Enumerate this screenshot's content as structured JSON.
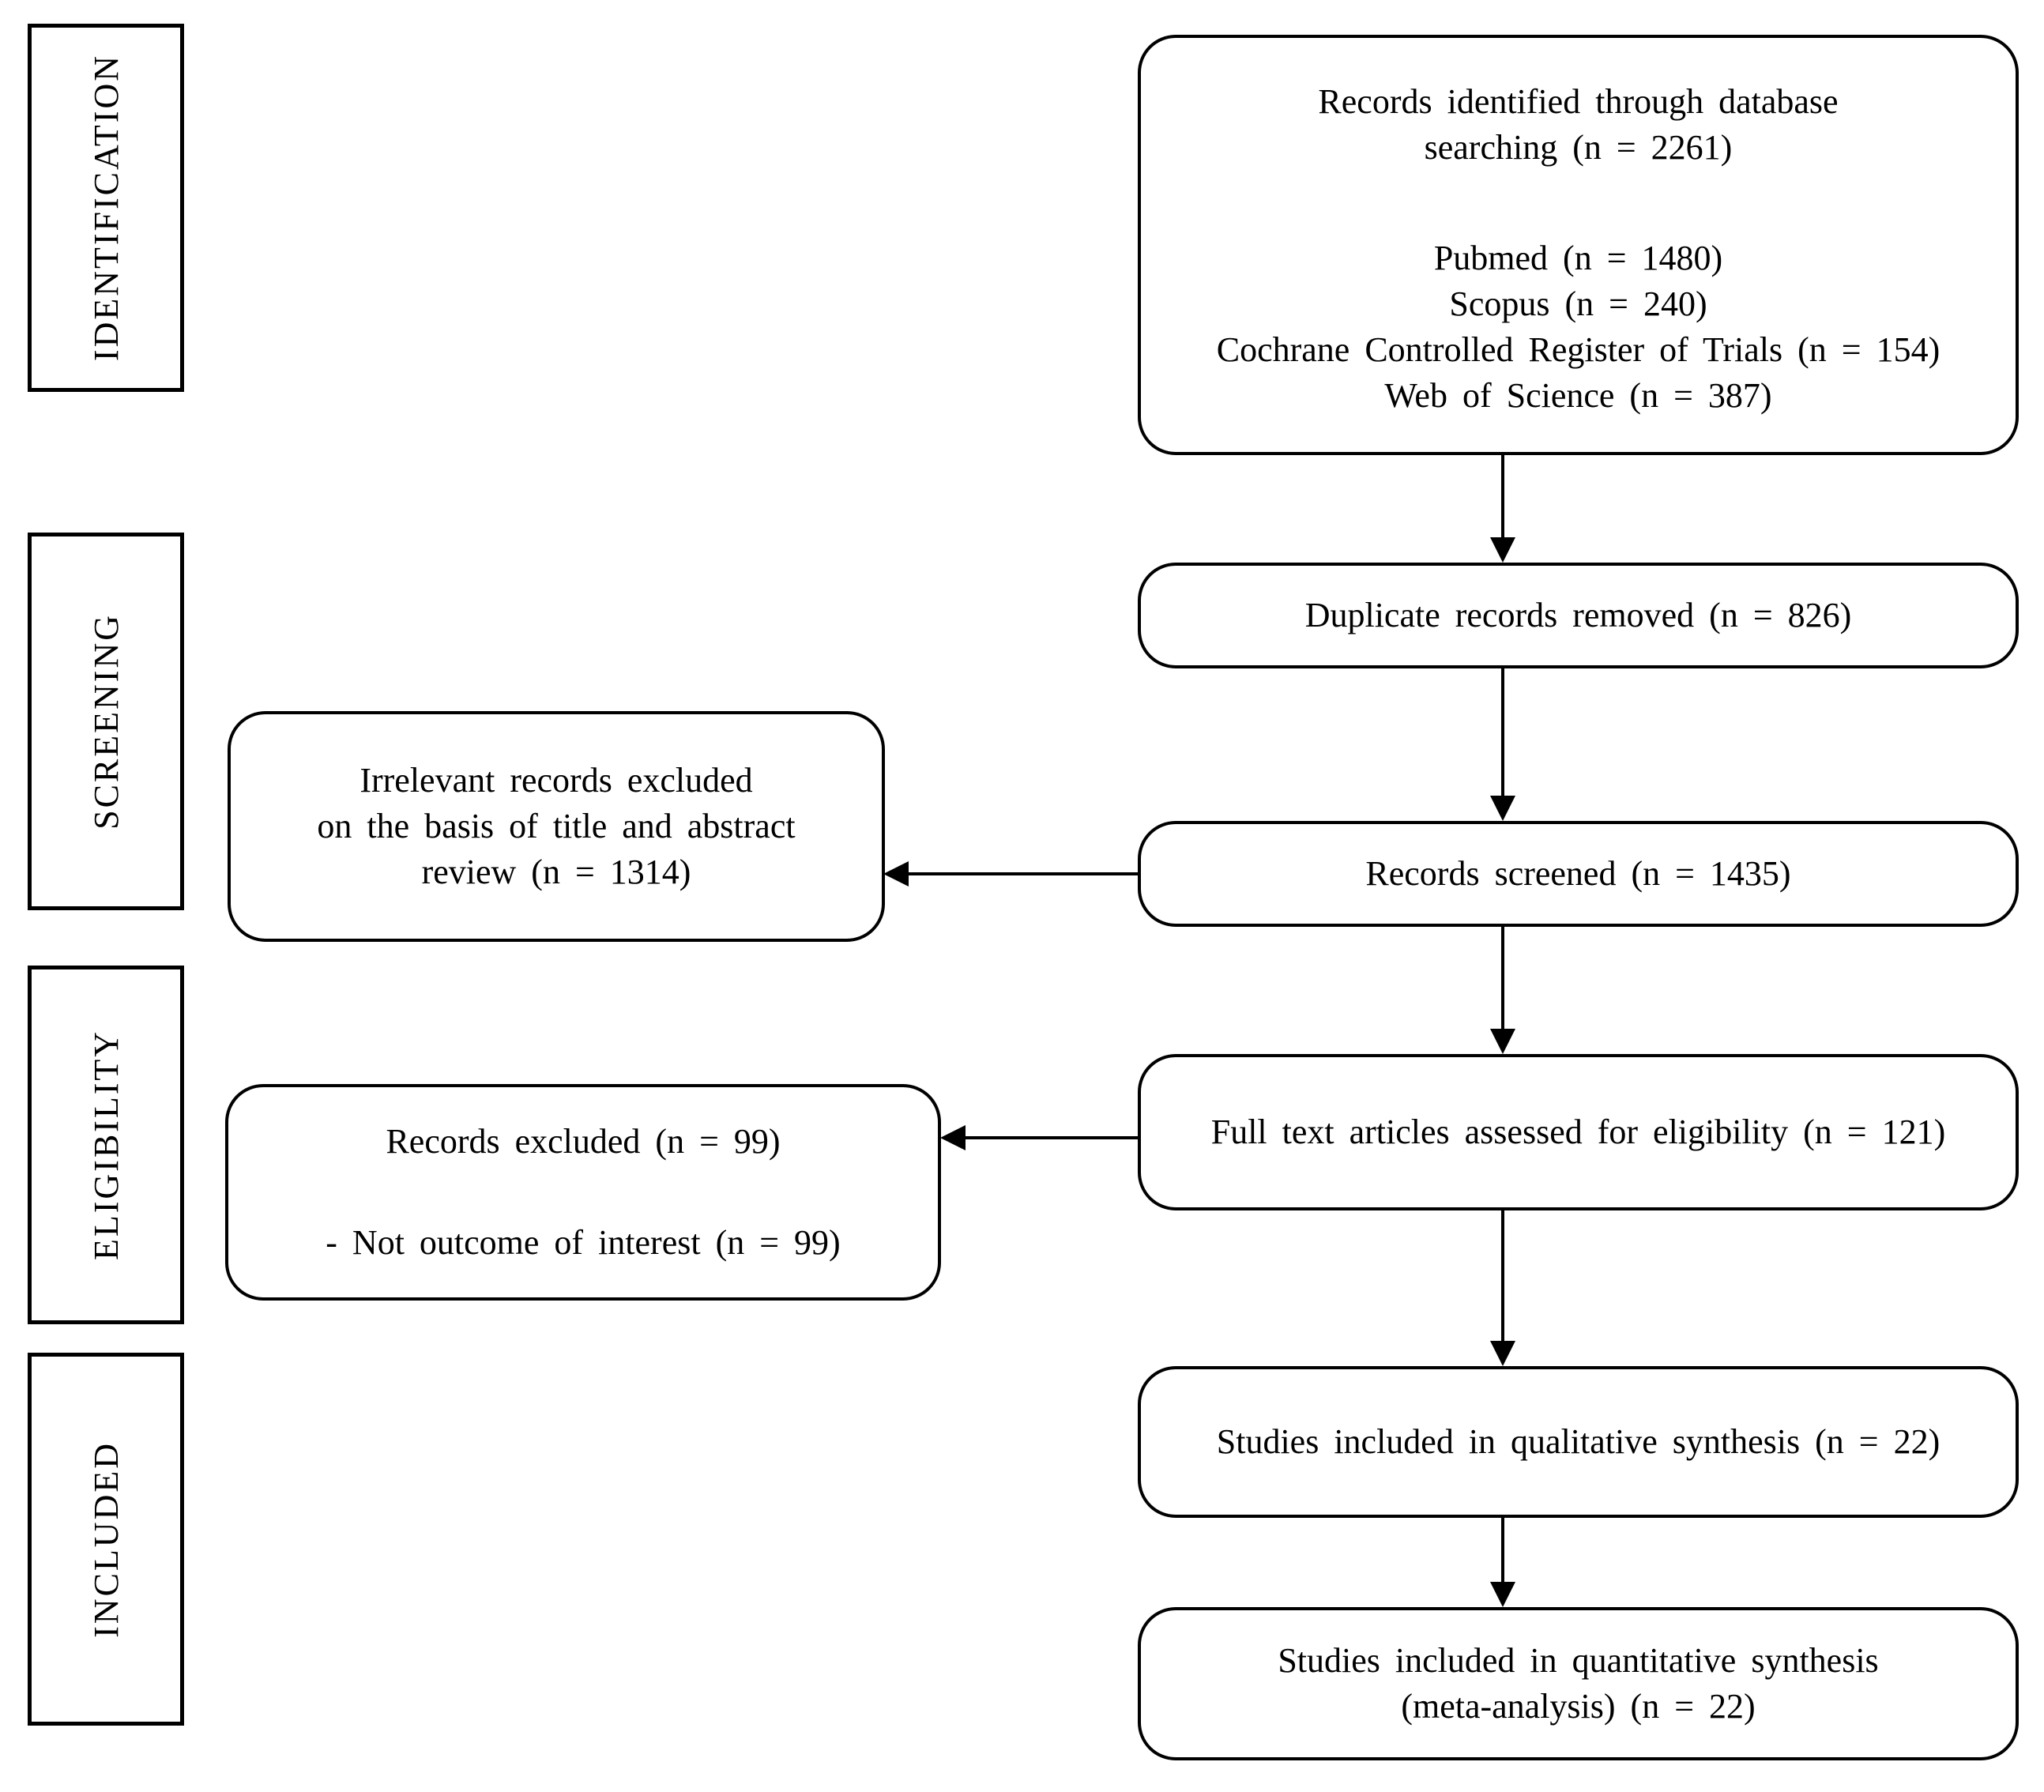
{
  "stages": [
    {
      "label": "IDENTIFICATION"
    },
    {
      "label": "SCREENING"
    },
    {
      "label": "ELIGIBILITY"
    },
    {
      "label": "INCLUDED"
    }
  ],
  "boxes": {
    "identified": {
      "line1": "Records identified through database",
      "line2": "searching (n = 2261)",
      "sources": [
        "Pubmed (n = 1480)",
        "Scopus (n = 240)",
        "Cochrane Controlled Register of Trials (n = 154)",
        "Web of Science (n = 387)"
      ]
    },
    "duplicates_removed": {
      "label": "Duplicate records removed (n = 826)"
    },
    "records_screened": {
      "label": "Records screened (n = 1435)"
    },
    "irrelevant_excluded": {
      "line1": "Irrelevant records excluded",
      "line2": "on the basis of title and abstract",
      "line3": "review (n = 1314)"
    },
    "full_text": {
      "label": "Full text articles assessed for eligibility (n = 121)"
    },
    "records_excluded": {
      "title": "Records excluded (n = 99)",
      "reason": "- Not outcome of interest (n = 99)"
    },
    "qualitative": {
      "label": "Studies included in qualitative synthesis (n = 22)"
    },
    "quantitative": {
      "line1": "Studies included in quantitative synthesis",
      "line2": "(meta-analysis) (n = 22)"
    }
  },
  "colors": {
    "background": "#ffffff",
    "line": "#000000",
    "text": "#000000"
  }
}
